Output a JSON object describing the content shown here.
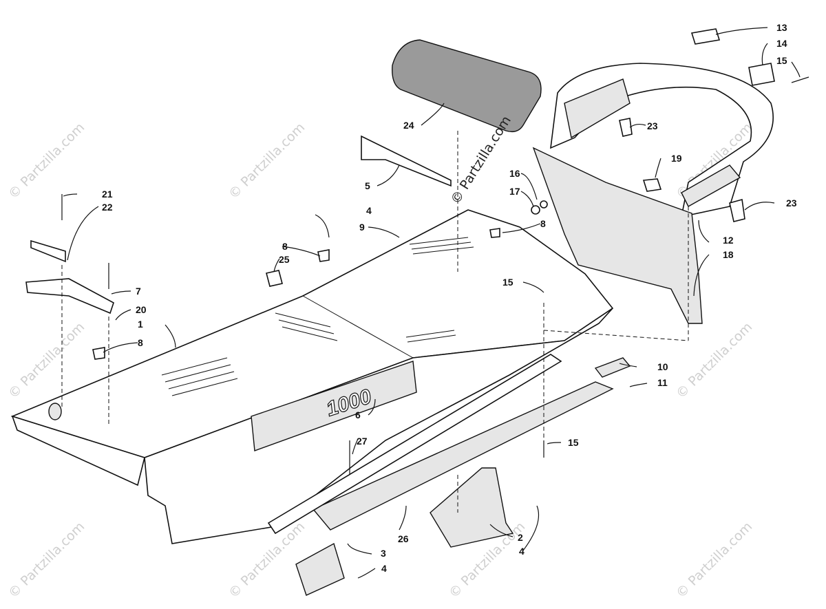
{
  "watermark": {
    "text": "© Partzilla.com",
    "center_text": "© Partzilla.com"
  },
  "decal": {
    "text": "1000"
  },
  "callouts": [
    {
      "number": "1"
    },
    {
      "number": "2"
    },
    {
      "number": "3"
    },
    {
      "number": "4"
    },
    {
      "number": "4"
    },
    {
      "number": "4"
    },
    {
      "number": "5"
    },
    {
      "number": "6"
    },
    {
      "number": "7"
    },
    {
      "number": "8"
    },
    {
      "number": "8"
    },
    {
      "number": "8"
    },
    {
      "number": "9"
    },
    {
      "number": "10"
    },
    {
      "number": "11"
    },
    {
      "number": "12"
    },
    {
      "number": "13"
    },
    {
      "number": "14"
    },
    {
      "number": "15"
    },
    {
      "number": "15"
    },
    {
      "number": "15"
    },
    {
      "number": "16"
    },
    {
      "number": "17"
    },
    {
      "number": "18"
    },
    {
      "number": "19"
    },
    {
      "number": "20"
    },
    {
      "number": "21"
    },
    {
      "number": "22"
    },
    {
      "number": "23"
    },
    {
      "number": "23"
    },
    {
      "number": "24"
    },
    {
      "number": "25"
    },
    {
      "number": "26"
    },
    {
      "number": "27"
    }
  ]
}
